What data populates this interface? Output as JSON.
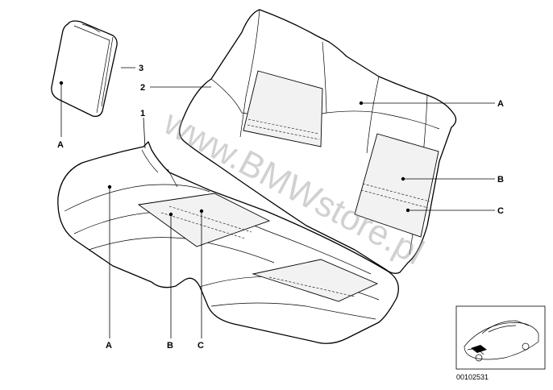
{
  "callouts": {
    "part1": "1",
    "part2": "2",
    "part3": "3",
    "armrest_A": "A",
    "backrest_A": "A",
    "backrest_B": "B",
    "backrest_C": "C",
    "cushion_A": "A",
    "cushion_B": "B",
    "cushion_C": "C"
  },
  "watermark": "www.BMWstore.pl",
  "thumbnail": {
    "code": "00102531"
  }
}
